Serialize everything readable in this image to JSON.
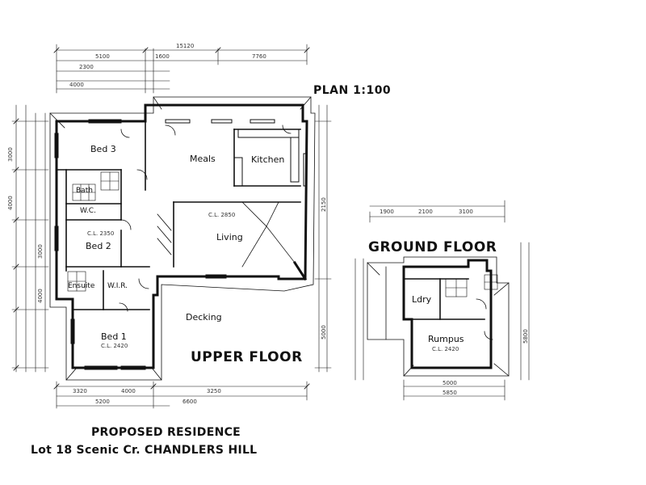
{
  "plan_scale": "PLAN 1:100",
  "upper_floor": {
    "title": "UPPER FLOOR",
    "rooms": {
      "bed3": "Bed 3",
      "meals": "Meals",
      "kitchen": "Kitchen",
      "bath": "Bath",
      "wc": "W.C.",
      "bed2": "Bed 2",
      "living": "Living",
      "ensuite": "Ensuite",
      "wir": "W.I.R.",
      "decking": "Decking",
      "bed1": "Bed 1"
    }
  },
  "ground_floor": {
    "title": "GROUND FLOOR",
    "rooms": {
      "ldry": "Ldry",
      "rumpus": "Rumpus"
    }
  },
  "caption": {
    "line1": "PROPOSED RESIDENCE",
    "line2": "Lot 18 Scenic Cr. CHANDLERS HILL"
  },
  "dimensions": {
    "top_overall": "15120",
    "top_a": "5100",
    "top_b": "1600",
    "top_c": "7760",
    "top_d": "2300",
    "top_e": "4000",
    "bottom_a": "3320",
    "bottom_b": "3250",
    "bottom_c": "5200",
    "bottom_d": "6600",
    "bottom_e": "4000",
    "left_a": "3000",
    "left_b": "4000",
    "left_c": "3000",
    "left_d": "4000",
    "right_a": "2150",
    "right_b": "5000",
    "gf_top_a": "1900",
    "gf_top_b": "2100",
    "gf_top_c": "3100",
    "gf_bottom_a": "5000",
    "gf_bottom_b": "5850",
    "gf_right": "5800"
  },
  "ceiling_heights": {
    "bed1": "C.L. 2420",
    "living": "C.L. 2850",
    "rumpus": "C.L. 2420",
    "bed2": "C.L. 2350"
  }
}
